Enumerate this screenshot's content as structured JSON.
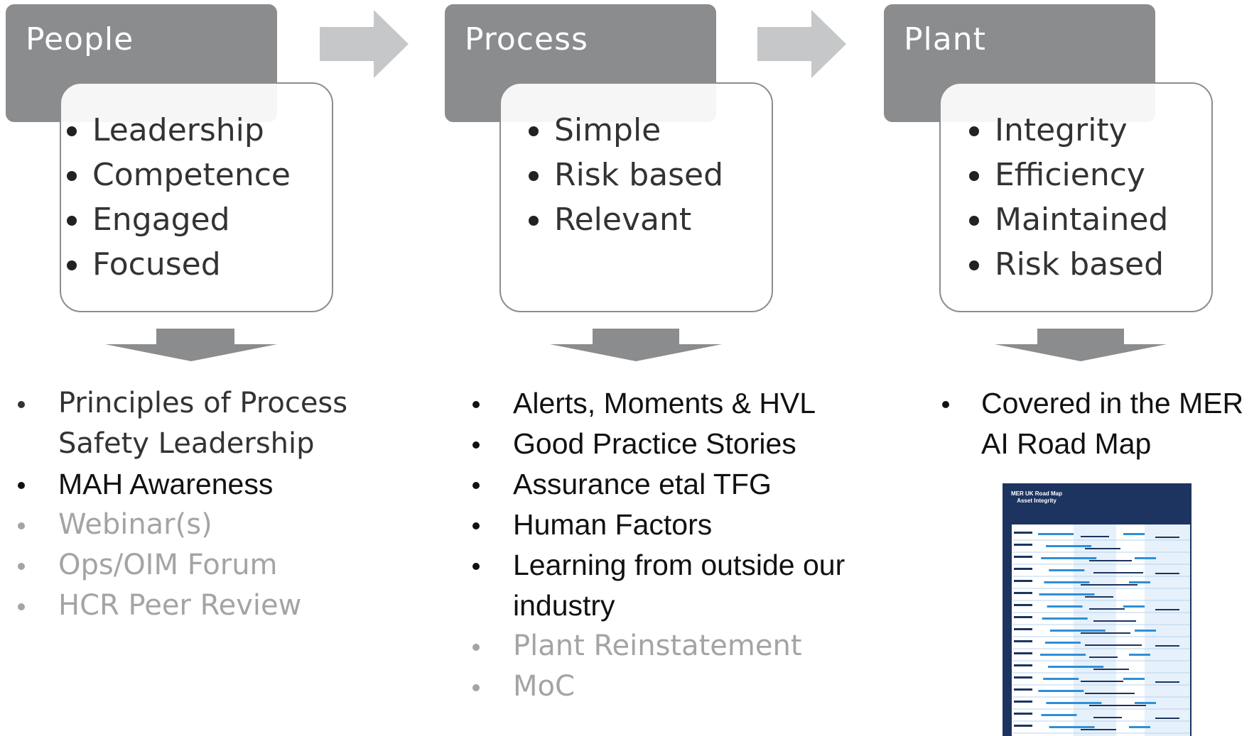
{
  "columns": [
    {
      "header": "People",
      "bullets": [
        "Leadership",
        "Competence",
        "Engaged",
        "Focused"
      ],
      "outcomes": [
        {
          "text": "Principles of Process Safety Leadership",
          "style": "dark"
        },
        {
          "text": "MAH Awareness",
          "style": "strong"
        },
        {
          "text": "Webinar(s)",
          "style": "muted"
        },
        {
          "text": "Ops/OIM Forum",
          "style": "muted"
        },
        {
          "text": "HCR Peer Review",
          "style": "muted"
        }
      ]
    },
    {
      "header": "Process",
      "bullets": [
        "Simple",
        "Risk based",
        "Relevant"
      ],
      "outcomes": [
        {
          "text": "Alerts, Moments & HVL",
          "style": "strong"
        },
        {
          "text": "Good Practice Stories",
          "style": "strong"
        },
        {
          "text": "Assurance etal TFG",
          "style": "strong"
        },
        {
          "text": "Human Factors",
          "style": "strong"
        },
        {
          "text": "Learning from outside our industry",
          "style": "strong"
        },
        {
          "text": "Plant Reinstatement",
          "style": "muted"
        },
        {
          "text": "MoC",
          "style": "muted"
        }
      ]
    },
    {
      "header": "Plant",
      "bullets": [
        "Integrity",
        "Efficiency",
        "Maintained",
        "Risk based"
      ],
      "outcomes": [
        {
          "text": "Covered in the MER AI Road Map",
          "style": "strong"
        }
      ]
    }
  ],
  "roadmap_image": {
    "title": "MER UK Road Map Asset Integrity"
  },
  "colors": {
    "header_fill": "#8a8c8e",
    "arrow_fill": "#8a8c8e",
    "right_arrow_fill": "#c6c7c8",
    "strong_text": "#111111",
    "muted_text": "#a2a4a6",
    "roadmap_navy": "#1d3460",
    "roadmap_accent": "#2f8fd8"
  }
}
